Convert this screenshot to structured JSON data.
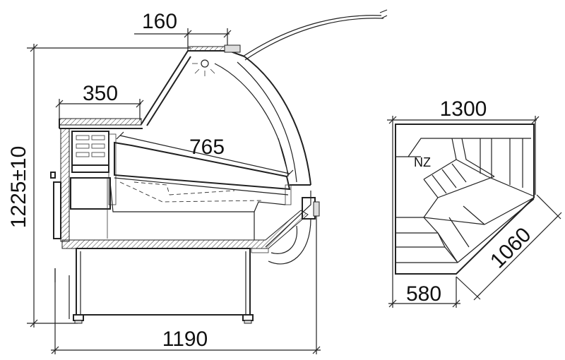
{
  "diagram": {
    "side_view": {
      "dimensions": {
        "glass_top_width": "160",
        "shelf_depth": "350",
        "display_depth": "765",
        "overall_height": "1225±10",
        "overall_length": "1190"
      }
    },
    "top_view": {
      "corner_label": "NZ",
      "dimensions": {
        "top_length": "1300",
        "side_length": "1060",
        "front_depth": "580"
      }
    }
  }
}
